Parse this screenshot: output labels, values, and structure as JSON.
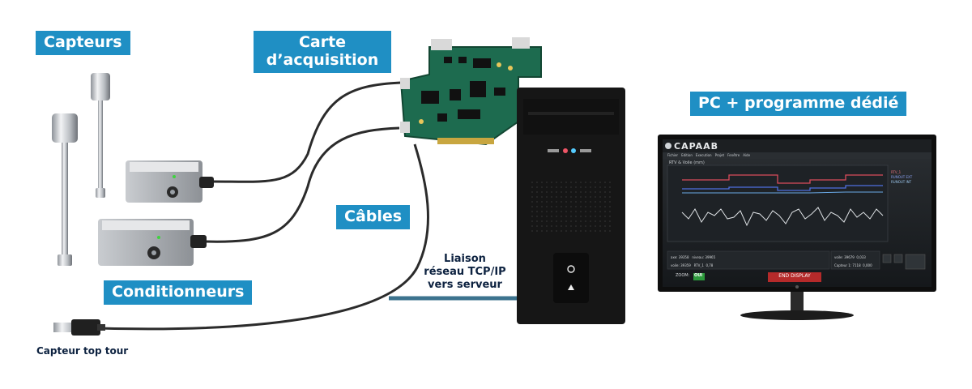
{
  "labels": {
    "capteurs": "Capteurs",
    "carte_line1": "Carte",
    "carte_line2": "d’acquisition",
    "cables": "Câbles",
    "conditionneurs": "Conditionneurs",
    "pc": "PC + programme dédié",
    "capteur_top_tour": "Capteur top tour",
    "liaison_line1": "Liaison",
    "liaison_line2": "réseau TCP/IP",
    "liaison_line3": "vers serveur"
  },
  "monitor": {
    "app_name": "CAPAAB",
    "menu": [
      "Fichier",
      "Edition",
      "Execution",
      "Projet",
      "Fenêtre",
      "Aide"
    ],
    "chart_title": "RTV & Voile (mm)",
    "legend": [
      "RTV_1",
      "RUNOUT EXT",
      "RUNOUT INT"
    ],
    "zoom_label": "ZOOM:",
    "zoom_value": "OUI",
    "end_button": "END DISPLAY",
    "readouts": {
      "row1_a": "axe: 39358",
      "row1_b": "niveau: 39965",
      "row2_a": "voile: 39359",
      "row2_b": "RTV_1",
      "row2_c": "0,78",
      "right_a": "voile: 39679",
      "right_b": "0,033",
      "right_c": "Capteur 1: 7118",
      "right_d": "0,000"
    }
  },
  "colors": {
    "accent": "#1f8fc4",
    "dark_text": "#0d2240",
    "pcb": "#1d6b4f",
    "tower": "#161616",
    "cable_blue": "#1a5a7a"
  }
}
